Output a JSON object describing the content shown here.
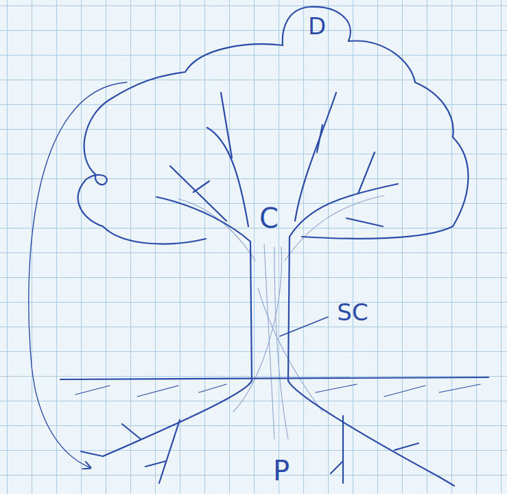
{
  "diagram": {
    "labels": [
      "D",
      "C",
      "SC",
      "P"
    ]
  }
}
